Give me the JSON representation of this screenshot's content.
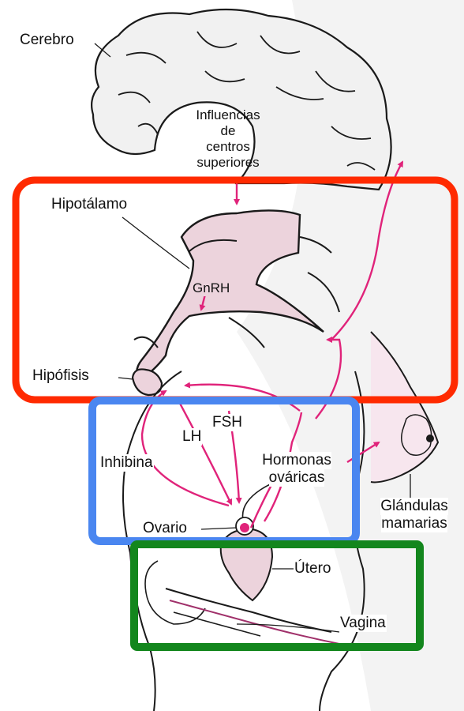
{
  "labels": {
    "cerebro": "Cerebro",
    "influencias": [
      "Influencias",
      "de",
      "centros",
      "superiores"
    ],
    "hipotalamo": "Hipotálamo",
    "gnrh": "GnRH",
    "hipofisis": "Hipófisis",
    "fsh": "FSH",
    "lh": "LH",
    "inhibina": "Inhibina",
    "hormonas": [
      "Hormonas",
      "ováricas"
    ],
    "glandulas": [
      "Glándulas",
      "mamarias"
    ],
    "ovario": "Ovario",
    "utero": "Útero",
    "vagina": "Vagina"
  },
  "highlight_boxes": [
    {
      "region": "hipotalamo-hipofisis",
      "color": "#ff2a00"
    },
    {
      "region": "ovario-hormonas",
      "color": "#4a86f0"
    },
    {
      "region": "utero-vagina",
      "color": "#13861d"
    }
  ],
  "colors": {
    "arrow": "#e0237a",
    "tissue": "#ecd3dc",
    "brain": "#f1f1f1",
    "outline": "#1a1a1a",
    "background_shade": "#f2f2f2"
  }
}
